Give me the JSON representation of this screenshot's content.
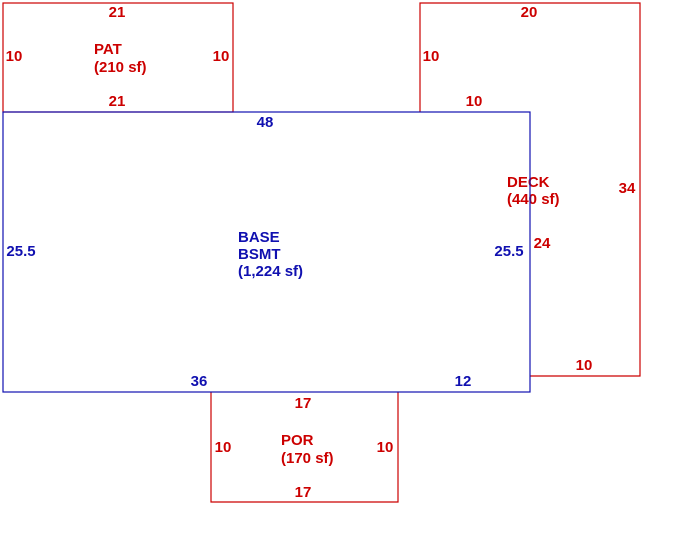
{
  "colors": {
    "exterior": "#cc0000",
    "main": "#1010b0",
    "background": "#ffffff"
  },
  "patio": {
    "label": "PAT",
    "area": "(210 sf)",
    "dims": {
      "top": "21",
      "bottom": "21",
      "left": "10",
      "right": "10"
    }
  },
  "deck": {
    "label": "DECK",
    "area": "(440 sf)",
    "dims": {
      "top": "20",
      "left": "10",
      "inner_top": "10",
      "right": "34",
      "inner_side": "24",
      "bottom": "10"
    }
  },
  "base": {
    "label_line1": "BASE",
    "label_line2": "BSMT",
    "area": "(1,224 sf)",
    "dims": {
      "top": "48",
      "left": "25.5",
      "right": "25.5",
      "bottom_left": "36",
      "bottom_right": "12"
    }
  },
  "porch": {
    "label": "POR",
    "area": "(170 sf)",
    "dims": {
      "top": "17",
      "bottom": "17",
      "left": "10",
      "right": "10"
    }
  }
}
